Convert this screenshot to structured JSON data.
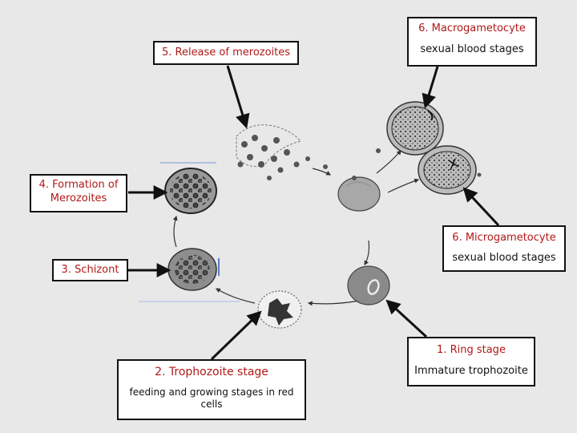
{
  "labels": {
    "release": "5. Release of merozoites",
    "macro_title": "6. Macrogametocyte",
    "macro_sub": "sexual blood stages",
    "merozoites_line1": "4. Formation of",
    "merozoites_line2": "Merozoites",
    "micro_title": "6. Microgametocyte",
    "micro_sub": "sexual blood stages",
    "schizont": "3. Schizont",
    "ring_title": "1. Ring stage",
    "ring_sub": "Immature trophozoite",
    "tropho_title": "2. Trophozoite stage",
    "tropho_sub": "feeding and growing stages in red cells"
  },
  "colors": {
    "background": "#e8e8e8",
    "title_text": "#b01818",
    "body_text": "#111111",
    "cell_fill": "#8a8a8a",
    "arrow": "#111111"
  }
}
